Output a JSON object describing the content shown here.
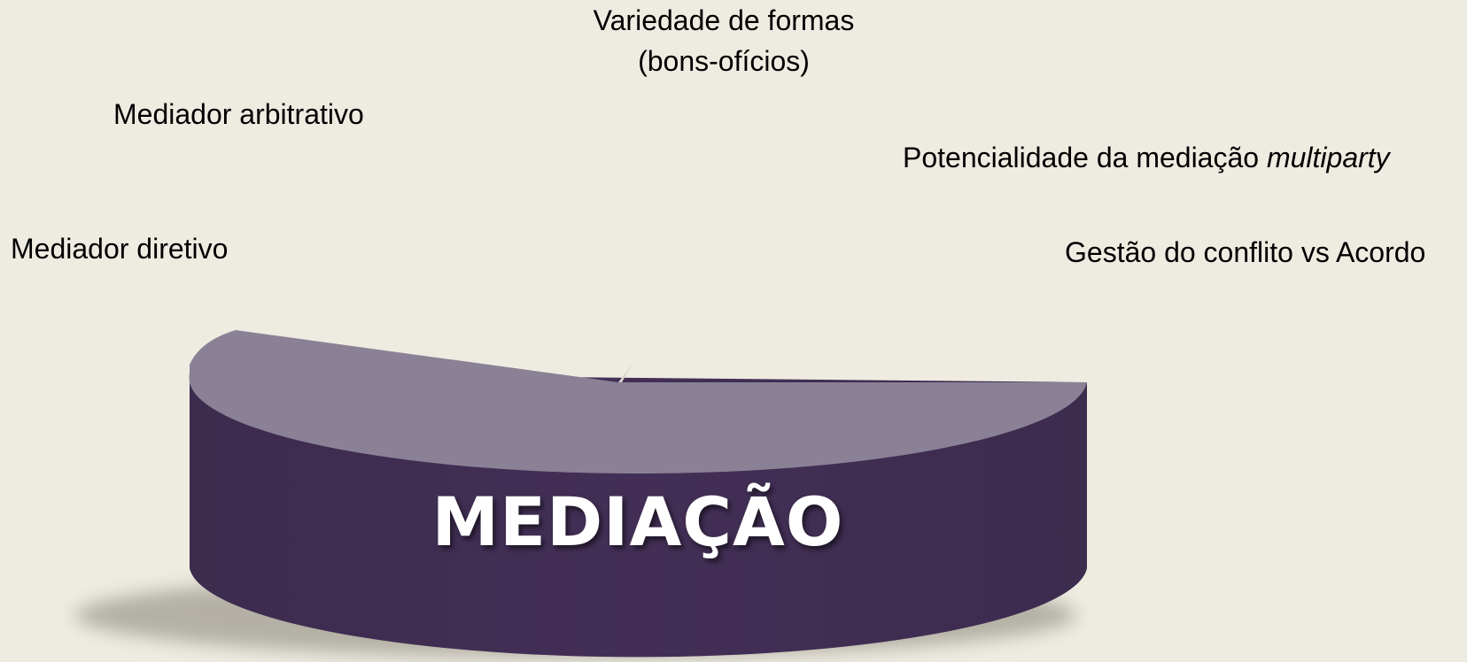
{
  "labels": {
    "variedade_line1": "Variedade de formas",
    "variedade_line2": "(bons-ofícios)",
    "arbitrativo": "Mediador arbitrativo",
    "multiparty_prefix": "Potencialidade da mediação ",
    "multiparty_italic": "multiparty",
    "diretivo": "Mediador diretivo",
    "gestao": "Gestão do conflito vs Acordo"
  },
  "center": {
    "title": "MEDIAÇÃO"
  },
  "colors": {
    "background": "#eeebe1",
    "cylinder_body": "#402f52",
    "cylinder_top": "#8b8196",
    "shadow": "#b7b3a8",
    "title_text": "#ffffff"
  }
}
